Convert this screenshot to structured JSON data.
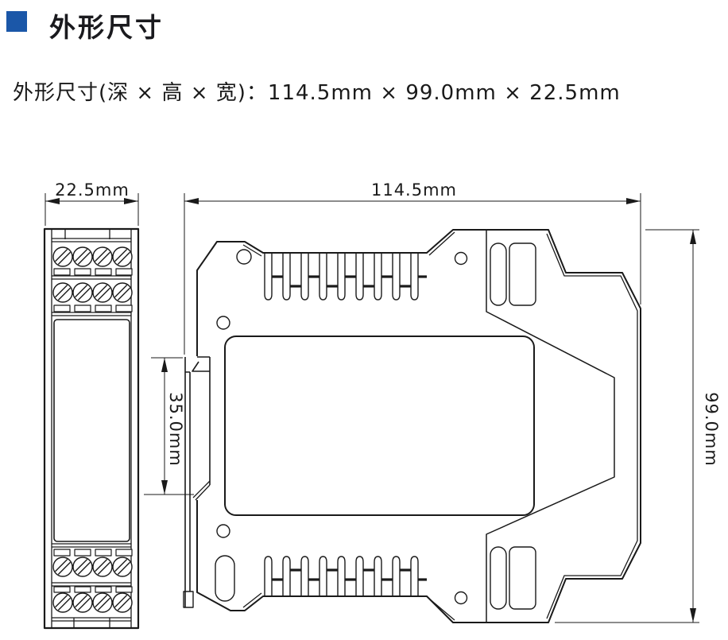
{
  "page": {
    "background_color": "#ffffff",
    "line_color": "#1a1a1a",
    "accent_color": "#1b57a8"
  },
  "header": {
    "title": "外形尺寸"
  },
  "subtitle": {
    "text": "外形尺寸(深 × 高 × 宽)：114.5mm × 99.0mm × 22.5mm"
  },
  "drawing": {
    "front_view": {
      "description": "front-view-of-module",
      "width_dim": {
        "label": "22.5mm"
      }
    },
    "side_view": {
      "description": "side-view-of-module",
      "depth_dim": {
        "label": "114.5mm"
      },
      "height_dim": {
        "label": "99.0mm"
      },
      "din_rail_dim": {
        "label": "35.0mm"
      }
    }
  }
}
